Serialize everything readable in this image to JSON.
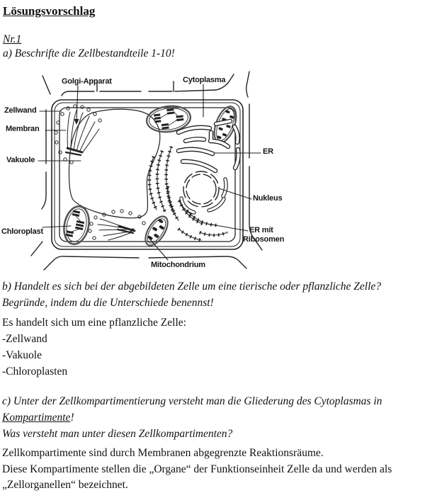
{
  "page": {
    "title": "Lösungsvorschlag",
    "section_number": "Nr.1",
    "task_a": "a) Beschrifte die Zellbestandteile 1-10!",
    "task_b_line1": "b) Handelt es sich bei der abgebildeten Zelle um eine tierische oder pflanzliche Zelle?",
    "task_b_line2": "Begründe, indem du die Unterschiede benennst!",
    "answer_b_intro": "Es handelt sich um eine pflanzliche Zelle:",
    "answer_b_items": [
      "-Zellwand",
      "-Vakuole",
      "-Chloroplasten"
    ],
    "task_c_line1": "c) Unter der Zellkompartimentierung versteht man die Gliederung des Cytoplasmas in",
    "task_c_line2_underlined": "Kompartimente",
    "task_c_line2_suffix": "!",
    "task_c_line3": "Was versteht man unter diesen Zellkompartimenten?",
    "answer_c_line1": "Zellkompartimente sind durch Membranen abgegrenzte Reaktionsräume.",
    "answer_c_line2": "Diese Kompartimente stellen die „Organe“ der Funktionseinheit Zelle da und werden als",
    "answer_c_line3": "„Zellorganellen“ bezeichnet."
  },
  "diagram": {
    "labels": {
      "golgi": "Golgi-Apparat",
      "cytoplasma": "Cytoplasma",
      "zellwand": "Zellwand",
      "membran": "Membran",
      "vakuole": "Vakuole",
      "er": "ER",
      "nukleus": "Nukleus",
      "er_mit": "ER mit",
      "ribosomen": "Ribosomen",
      "mitochondrium": "Mitochondrium",
      "chloroplast": "Chloroplast"
    },
    "ink_color": "#1a1a1a",
    "paper_color": "#ffffff"
  }
}
